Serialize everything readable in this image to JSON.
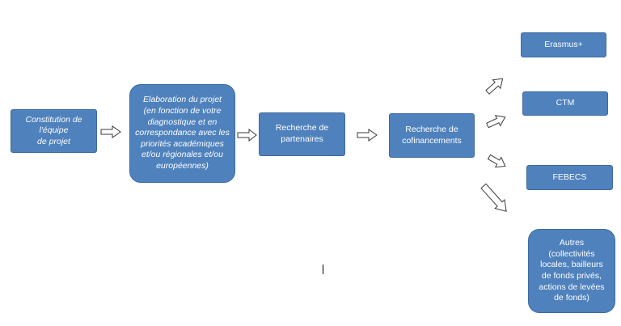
{
  "diagram": {
    "nodes": {
      "constitution": "Constitution de\nl'équipe\nde projet",
      "elaboration": "Elaboration du projet\n(en fonction de votre\ndiagnostique et en\ncorrespondance avec les\npriorités académiques\net/ou régionales et/ou\neuropéennes)",
      "partenaires": "Recherche de\npartenaires",
      "cofinancements": "Recherche de\ncofinancements",
      "erasmus": "Erasmus+",
      "ctm": "CTM",
      "febecs": "FEBECS",
      "autres": "Autres\n(collectivités\nlocales, bailleurs\nde fonds privés,\nactions de levées\nde fonds)"
    },
    "colors": {
      "box_fill": "#4f81bd",
      "box_border": "#3e6a9e",
      "text": "#ffffff",
      "arrow_outline": "#3a3a3a"
    },
    "edges": [
      [
        "constitution",
        "elaboration"
      ],
      [
        "elaboration",
        "partenaires"
      ],
      [
        "partenaires",
        "cofinancements"
      ],
      [
        "cofinancements",
        "erasmus"
      ],
      [
        "cofinancements",
        "ctm"
      ],
      [
        "cofinancements",
        "febecs"
      ],
      [
        "cofinancements",
        "autres"
      ]
    ]
  }
}
